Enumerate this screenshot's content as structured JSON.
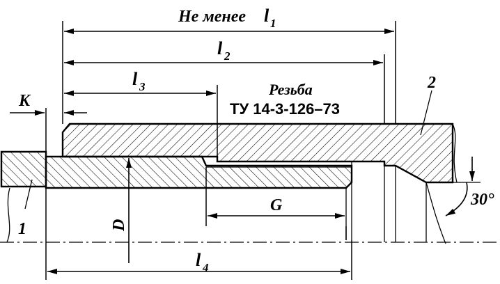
{
  "labels": {
    "not_less_l1": "Не менее",
    "l1_symbol": "l",
    "l1_index": "1",
    "l2_symbol": "l",
    "l2_index": "2",
    "l3_symbol": "l",
    "l3_index": "3",
    "l4_symbol": "l",
    "l4_index": "4",
    "k": "K",
    "thread_title": "Резьба",
    "thread_spec": "ТУ 14-3-126–73",
    "part_1": "1",
    "part_2": "2",
    "diameter": "D",
    "gap": "G",
    "angle": "30°"
  }
}
